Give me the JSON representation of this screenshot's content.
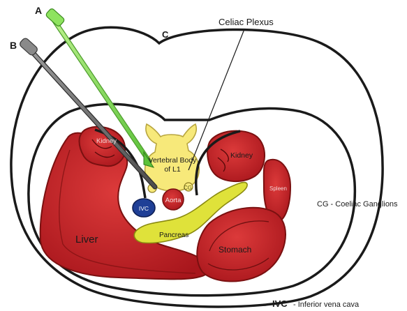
{
  "labels": {
    "needle_a": "A",
    "needle_b": "B",
    "marker_c": "C",
    "celiac_plexus": "Celiac Plexus",
    "vertebral_body_line1": "Vertebral Body",
    "vertebral_body_line2": "of L1",
    "cg": "CG",
    "kidney_right": "Kidney",
    "kidney_left": "Kidney",
    "spleen": "Spleen",
    "aorta": "Aorta",
    "ivc": "IVC",
    "pancreas": "Pancreas",
    "liver": "Liver",
    "stomach": "Stomach"
  },
  "legend": {
    "cg_text": "CG - Coeliac Ganglions",
    "ivc_abbrev": "IVC",
    "ivc_desc": "- Inferior vena cava"
  },
  "colors": {
    "organ_red": "#c8262c",
    "organ_dark": "#7a1010",
    "vertebra_yellow": "#f7e97a",
    "pancreas_yellow": "#dfe23a",
    "ivc_blue": "#1f3f96",
    "needle_green": "#7ed957",
    "needle_gray": "#6b6b6b",
    "outline": "#1a1a1a"
  }
}
